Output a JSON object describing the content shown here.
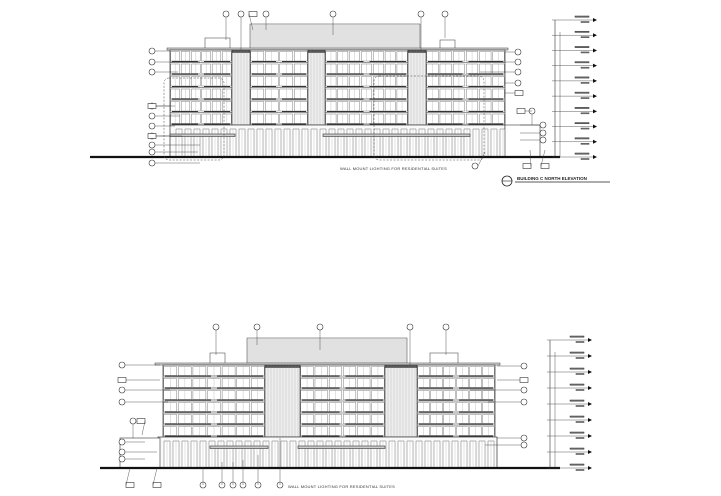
{
  "drawing": {
    "elevations": [
      {
        "note": "WALL MOUNT LIGHTING FOR RESIDENTIAL SUITES",
        "title": "BUILDING C NORTH ELEVATION"
      },
      {
        "note": "WALL MOUNT LIGHTING FOR RESIDENTIAL SUITES"
      }
    ],
    "colors": {
      "line": "#333333",
      "hatch": "#888888",
      "ground": "#111111"
    }
  }
}
